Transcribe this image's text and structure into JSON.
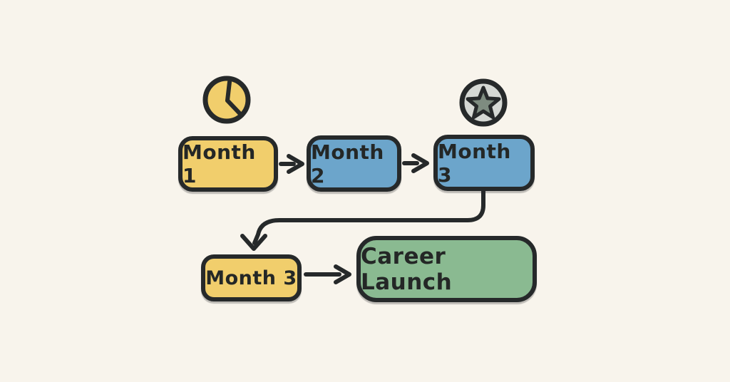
{
  "diagram": {
    "background_color": "#F8F4EC",
    "outline_color": "#26292A",
    "text_color": "#242726"
  },
  "icons": {
    "clock": {
      "name": "clock-icon",
      "fill": "#F1CE6C"
    },
    "star": {
      "name": "star-icon",
      "circle_fill": "#D5D8D4",
      "star_fill": "#7E8C80"
    }
  },
  "nodes": [
    {
      "id": "month-1",
      "label": "Month 1",
      "fill": "#F1CE6C"
    },
    {
      "id": "month-2",
      "label": "Month 2",
      "fill": "#6CA5CB"
    },
    {
      "id": "month-3-top",
      "label": "Month 3",
      "fill": "#6CA5CB"
    },
    {
      "id": "month-3-bottom",
      "label": "Month 3",
      "fill": "#F1CE6C"
    },
    {
      "id": "career-launch",
      "label": "Career Launch",
      "fill": "#8ABA91"
    }
  ],
  "edges": [
    {
      "from": "month-1",
      "to": "month-2",
      "style": "straight-right"
    },
    {
      "from": "month-2",
      "to": "month-3-top",
      "style": "straight-right"
    },
    {
      "from": "month-3-top",
      "to": "month-3-bottom",
      "style": "curved-down-left"
    },
    {
      "from": "month-3-bottom",
      "to": "career-launch",
      "style": "straight-right"
    }
  ]
}
